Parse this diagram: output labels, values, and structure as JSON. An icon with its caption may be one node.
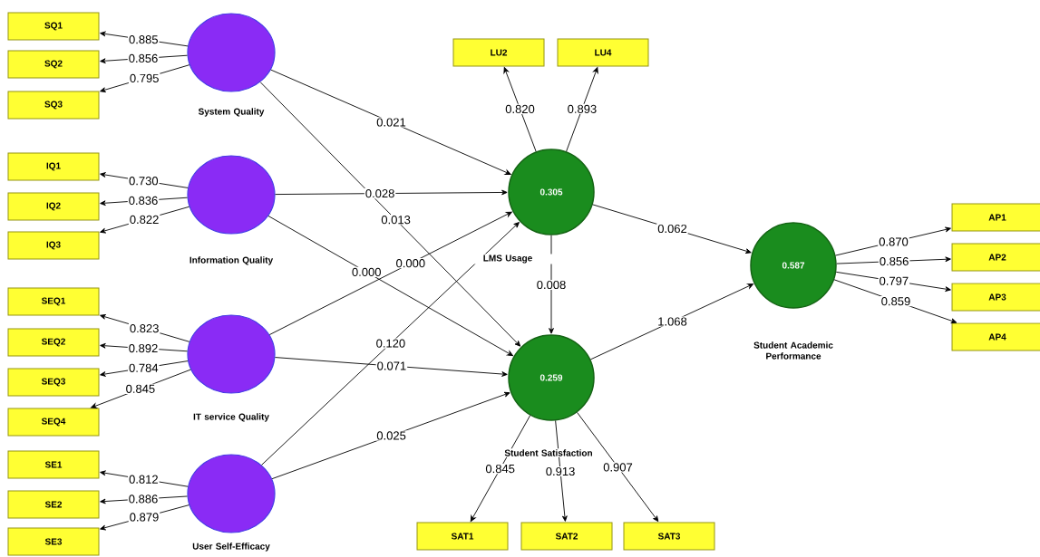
{
  "diagram": {
    "nodes": [
      {
        "text": [
          "SQ1"
        ]
      },
      {
        "text": [
          "SQ2"
        ]
      },
      {
        "text": [
          "SQ3"
        ]
      },
      {
        "text": [
          "IQ1"
        ]
      },
      {
        "text": [
          "IQ2"
        ]
      },
      {
        "text": [
          "IQ3"
        ]
      },
      {
        "text": [
          "SEQ1"
        ]
      },
      {
        "text": [
          "SEQ2"
        ]
      },
      {
        "text": [
          "SEQ3"
        ]
      },
      {
        "text": [
          "SEQ4"
        ]
      },
      {
        "text": [
          "SE1"
        ]
      },
      {
        "text": [
          "SE2"
        ]
      },
      {
        "text": [
          "SE3"
        ]
      },
      {
        "text": [],
        "shape": "circle",
        "beside": [
          "System Quality"
        ]
      },
      {
        "text": [],
        "shape": "circle",
        "beside": [
          "Information Quality"
        ]
      },
      {
        "text": [],
        "shape": "circle",
        "beside": [
          "IT service Quality"
        ]
      },
      {
        "text": [],
        "shape": "circle",
        "beside": [
          "User Self-Efficacy"
        ]
      },
      {
        "text": [
          "LU2"
        ]
      },
      {
        "text": [
          "LU4"
        ]
      },
      {
        "text": [
          "0.305"
        ],
        "beside": [
          "LMS Usage"
        ]
      },
      {
        "text": [
          "0.259"
        ],
        "beside": [
          "Student Satisfaction"
        ]
      },
      {
        "text": [
          "SAT1"
        ]
      },
      {
        "text": [
          "SAT2"
        ]
      },
      {
        "text": [
          "SAT3"
        ]
      },
      {
        "text": [
          "0.587"
        ],
        "beside": [
          "Student Academic Performance"
        ]
      },
      {
        "text": [
          "AP1"
        ]
      },
      {
        "text": [
          "AP2"
        ]
      },
      {
        "text": [
          "AP3"
        ]
      },
      {
        "text": [
          "AP4"
        ]
      }
    ],
    "edges": [
      {
        "from": 13,
        "to": 0,
        "arrow": "to",
        "label": "0.885"
      },
      {
        "from": 13,
        "to": 1,
        "arrow": "to",
        "label": "0.856"
      },
      {
        "from": 13,
        "to": 2,
        "arrow": "to",
        "label": "0.795"
      },
      {
        "from": 14,
        "to": 3,
        "arrow": "to",
        "label": "0.730"
      },
      {
        "from": 14,
        "to": 4,
        "arrow": "to",
        "label": "0.836"
      },
      {
        "from": 14,
        "to": 5,
        "arrow": "to",
        "label": "0.822"
      },
      {
        "from": 15,
        "to": 6,
        "arrow": "to",
        "label": "0.823"
      },
      {
        "from": 15,
        "to": 7,
        "arrow": "to",
        "label": "0.892"
      },
      {
        "from": 15,
        "to": 8,
        "arrow": "to",
        "label": "0.784"
      },
      {
        "from": 15,
        "to": 9,
        "arrow": "to",
        "label": "0.845"
      },
      {
        "from": 16,
        "to": 10,
        "arrow": "to",
        "label": "0.812"
      },
      {
        "from": 16,
        "to": 11,
        "arrow": "to",
        "label": "0.886"
      },
      {
        "from": 16,
        "to": 12,
        "arrow": "to",
        "label": "0.879"
      },
      {
        "from": 19,
        "to": 17,
        "arrow": "to",
        "label": "0.820"
      },
      {
        "from": 19,
        "to": 18,
        "arrow": "to",
        "label": "0.893"
      },
      {
        "from": 20,
        "to": 21,
        "arrow": "to",
        "label": "0.845"
      },
      {
        "from": 20,
        "to": 22,
        "arrow": "to",
        "label": "0.913"
      },
      {
        "from": 20,
        "to": 23,
        "arrow": "to",
        "label": "0.907"
      },
      {
        "from": 24,
        "to": 25,
        "arrow": "to",
        "label": "0.870"
      },
      {
        "from": 24,
        "to": 26,
        "arrow": "to",
        "label": "0.856"
      },
      {
        "from": 24,
        "to": 27,
        "arrow": "to",
        "label": "0.797"
      },
      {
        "from": 24,
        "to": 28,
        "arrow": "to",
        "label": "0.859"
      },
      {
        "from": 13,
        "to": 19,
        "arrow": "to",
        "label": "0.021"
      },
      {
        "from": 13,
        "to": 20,
        "arrow": "to",
        "label": "0.013"
      },
      {
        "from": 14,
        "to": 19,
        "arrow": "to",
        "label": "0.028"
      },
      {
        "from": 14,
        "to": 20,
        "arrow": "to",
        "label": "0.000"
      },
      {
        "from": 15,
        "to": 19,
        "arrow": "to",
        "label": "0.000"
      },
      {
        "from": 15,
        "to": 20,
        "arrow": "to",
        "label": "0.071"
      },
      {
        "from": 16,
        "to": 19,
        "arrow": "to",
        "label": "0.120"
      },
      {
        "from": 16,
        "to": 20,
        "arrow": "to",
        "label": "0.025"
      },
      {
        "from": 19,
        "to": 20,
        "arrow": "to",
        "label": "0.008"
      },
      {
        "from": 19,
        "to": 24,
        "arrow": "to",
        "label": "0.062"
      },
      {
        "from": 20,
        "to": 24,
        "arrow": "to",
        "label": "1.068"
      }
    ]
  }
}
